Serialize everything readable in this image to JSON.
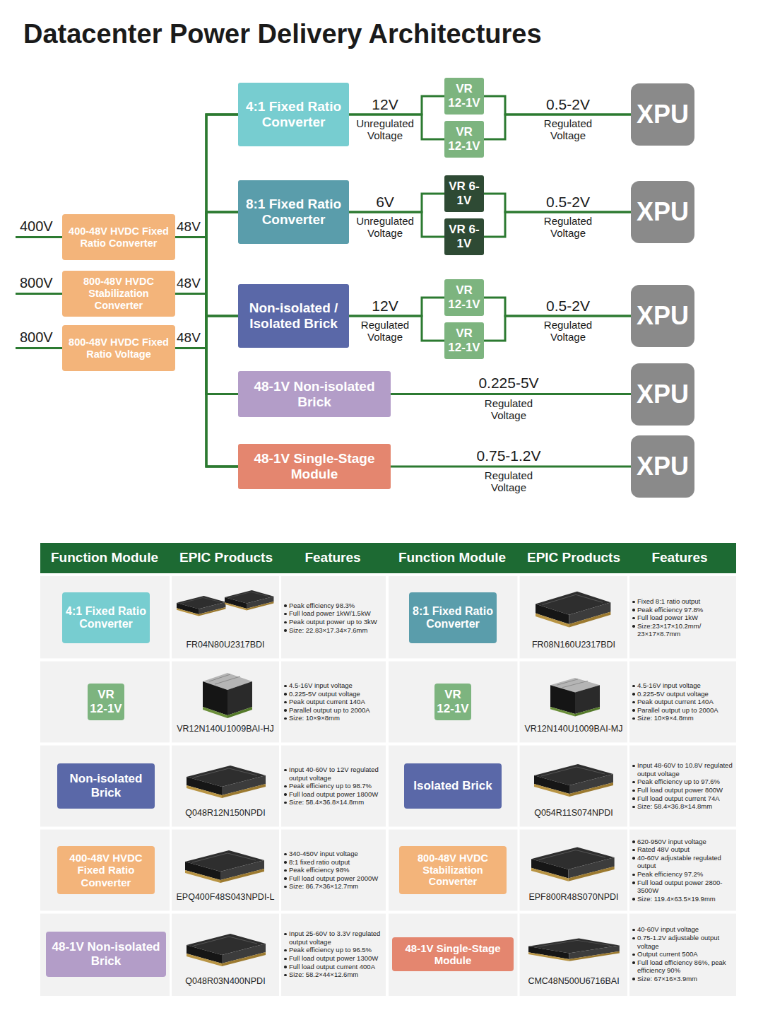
{
  "diagram": {
    "title": "Datacenter Power Delivery Architectures",
    "nodes": [
      {
        "text": [
          "400-48V HVDC Fixed Ratio Converter"
        ]
      },
      {
        "text": [
          "800-48V HVDC Stabilization Converter"
        ]
      },
      {
        "text": [
          "800-48V HVDC Fixed Ratio Voltage"
        ]
      },
      {
        "text": [
          "4:1 Fixed Ratio Converter"
        ]
      },
      {
        "text": [
          "VR 12-1V"
        ]
      },
      {
        "text": [
          "VR 12-1V"
        ]
      },
      {
        "text": [
          "XPU"
        ]
      },
      {
        "text": [
          "8:1 Fixed Ratio Converter"
        ]
      },
      {
        "text": [
          "VR 6-1V"
        ]
      },
      {
        "text": [
          "VR 6-1V"
        ]
      },
      {
        "text": [
          "XPU"
        ]
      },
      {
        "text": [
          "Non-isolated / Isolated Brick"
        ]
      },
      {
        "text": [
          "VR 12-1V"
        ]
      },
      {
        "text": [
          "VR 12-1V"
        ]
      },
      {
        "text": [
          "XPU"
        ]
      },
      {
        "text": [
          "48-1V Non-isolated Brick"
        ]
      },
      {
        "text": [
          "XPU"
        ]
      },
      {
        "text": [
          "48-1V Single-Stage Module"
        ]
      },
      {
        "text": [
          "XPU"
        ]
      },
      {
        "text": [
          "4:1 Fixed Ratio Converter"
        ]
      },
      {
        "text": [
          "8:1 Fixed Ratio Converter"
        ]
      },
      {
        "text": [
          "VR 12-1V"
        ]
      },
      {
        "text": [
          "VR 12-1V"
        ]
      },
      {
        "text": [
          "Non-isolated Brick"
        ]
      },
      {
        "text": [
          "Isolated Brick"
        ]
      },
      {
        "text": [
          "400-48V HVDC Fixed Ratio Converter"
        ]
      },
      {
        "text": [
          "800-48V HVDC Stabilization Converter"
        ]
      },
      {
        "text": [
          "48-1V Non-isolated Brick"
        ]
      },
      {
        "text": [
          "48-1V Single-Stage Module"
        ]
      }
    ],
    "edges": [
      {
        "from": 0,
        "to": 3,
        "arrow": "none"
      },
      {
        "from": 0,
        "to": 7,
        "arrow": "none"
      },
      {
        "from": 0,
        "to": 11,
        "arrow": "none"
      },
      {
        "from": 0,
        "to": 15,
        "arrow": "none"
      },
      {
        "from": 0,
        "to": 17,
        "arrow": "none"
      },
      {
        "from": 1,
        "to": 3,
        "arrow": "none"
      },
      {
        "from": 1,
        "to": 7,
        "arrow": "none"
      },
      {
        "from": 1,
        "to": 11,
        "arrow": "none"
      },
      {
        "from": 1,
        "to": 15,
        "arrow": "none"
      },
      {
        "from": 1,
        "to": 17,
        "arrow": "none"
      },
      {
        "from": 2,
        "to": 3,
        "arrow": "none"
      },
      {
        "from": 2,
        "to": 7,
        "arrow": "none"
      },
      {
        "from": 2,
        "to": 11,
        "arrow": "none"
      },
      {
        "from": 2,
        "to": 15,
        "arrow": "none"
      },
      {
        "from": 2,
        "to": 17,
        "arrow": "none"
      },
      {
        "from": 3,
        "to": 4,
        "arrow": "none"
      },
      {
        "from": 3,
        "to": 5,
        "arrow": "none"
      },
      {
        "from": 4,
        "to": 6,
        "arrow": "none"
      },
      {
        "from": 5,
        "to": 6,
        "arrow": "none"
      },
      {
        "from": 7,
        "to": 8,
        "arrow": "none"
      },
      {
        "from": 7,
        "to": 9,
        "arrow": "none"
      },
      {
        "from": 8,
        "to": 10,
        "arrow": "none"
      },
      {
        "from": 9,
        "to": 10,
        "arrow": "none"
      },
      {
        "from": 11,
        "to": 12,
        "arrow": "none"
      },
      {
        "from": 11,
        "to": 13,
        "arrow": "none"
      },
      {
        "from": 12,
        "to": 14,
        "arrow": "none"
      },
      {
        "from": 13,
        "to": 14,
        "arrow": "none"
      },
      {
        "from": 15,
        "to": 16,
        "arrow": "none"
      },
      {
        "from": 17,
        "to": 18,
        "arrow": "none"
      }
    ],
    "labels": [
      "400V",
      "48V",
      "800V",
      "48V",
      "800V",
      "48V",
      "12V",
      "Unregulated Voltage",
      "0.5-2V",
      "Regulated Voltage",
      "6V",
      "Unregulated Voltage",
      "0.5-2V",
      "Regulated Voltage",
      "12V",
      "Regulated Voltage",
      "0.5-2V",
      "Regulated Voltage",
      "0.225-5V",
      "Regulated Voltage",
      "0.75-1.2V",
      "Regulated Voltage",
      "Function Module",
      "EPIC Products",
      "Features",
      "Function Module",
      "EPIC Products",
      "Features",
      "FR04N80U2317BDI",
      "Peak efficiency 98.3%",
      "Full load power 1kW/1.5kW",
      "Peak output power up to 3kW",
      "Size: 22.83×17.34×7.6mm",
      "FR08N160U2317BDI",
      "Fixed 8:1 ratio output",
      "Peak efficiency 97.8%",
      "Full load power 1kW",
      "Size:23×17×10.2mm/ 23×17×8.7mm",
      "VR12N140U1009BAI-HJ",
      "4.5-16V input voltage",
      "0.225-5V output voltage",
      "Peak output current 140A",
      "Parallel output up to 2000A",
      "Size: 10×9×8mm",
      "VR12N140U1009BAI-MJ",
      "4.5-16V input voltage",
      "0.225-5V output voltage",
      "Peak output current 140A",
      "Parallel output up to 2000A",
      "Size: 10×9×4.8mm",
      "Q048R12N150NPDI",
      "Input 40-60V to 12V regulated output voltage",
      "Peak efficiency up to 98.7%",
      "Full load output power 1800W",
      "Size: 58.4×36.8×14.8mm",
      "Q054R11S074NPDI",
      "Input 48-60V to 10.8V regulated output voltage",
      "Peak efficiency up to 97.6%",
      "Full load output power 800W",
      "Full load output current 74A",
      "Size: 58.4×36.8×14.8mm",
      "EPQ400F48S043NPDI-L",
      "340-450V input voltage",
      "8:1 fixed ratio output",
      "Peak efficiency 98%",
      "Full load output power 2000W",
      "Size: 86.7×36×12.7mm",
      "EPF800R48S070NPDI",
      "620-950V input voltage",
      "Rated 48V output",
      "40-60V adjustable regulated output",
      "Peak efficiency 97.2%",
      "Full load output power 2800-3500W",
      "Size: 119.4×63.5×19.9mm",
      "Q048R03N400NPDI",
      "Input 25-60V to 3.3V regulated output voltage",
      "Peak efficiency up to 96.5%",
      "Full load output power 1300W",
      "Full load output current 400A",
      "Size: 58.2×44×12.6mm",
      "CMC48N500U6716BAI",
      "40-60V input voltage",
      "0.75-1.2V adjustable output voltage",
      "Output current 500A",
      "Full load efficiency 86%, peak efficiency 90%",
      "Size: 67×16×3.9mm"
    ]
  }
}
